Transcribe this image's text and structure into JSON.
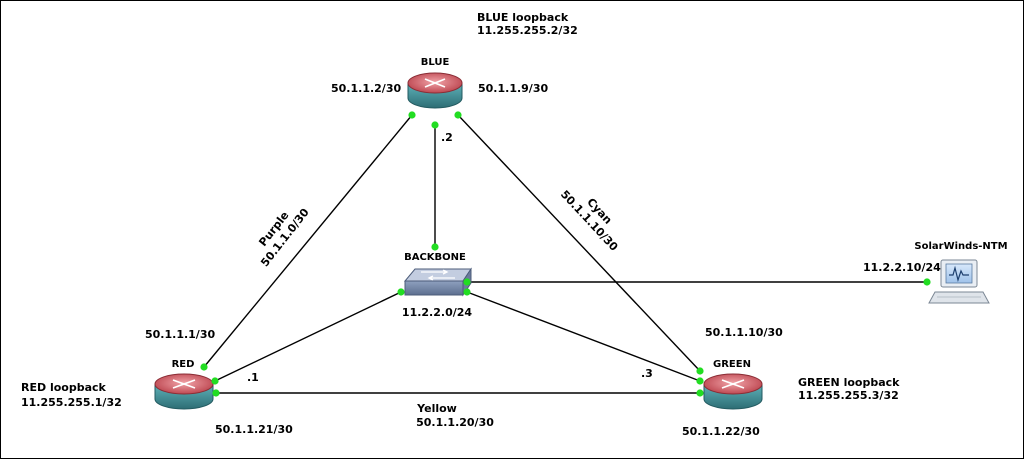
{
  "devices": {
    "blue": {
      "name": "BLUE"
    },
    "red": {
      "name": "RED"
    },
    "green": {
      "name": "GREEN"
    },
    "backbone": {
      "name": "BACKBONE",
      "subnet": "11.2.2.0/24"
    },
    "solarwinds": {
      "name": "SolarWinds-NTM",
      "address": "11.2.2.10/24"
    }
  },
  "loopbacks": {
    "blue": {
      "title": "BLUE loopback",
      "address": "11.255.255.2/32"
    },
    "red": {
      "title": "RED loopback",
      "address": "11.255.255.1/32"
    },
    "green": {
      "title": "GREEN loopback",
      "address": "11.255.255.3/32"
    }
  },
  "links": {
    "purple": {
      "name": "Purple",
      "subnet": "50.1.1.0/30",
      "red_end": "50.1.1.1/30",
      "blue_end": "50.1.1.2/30"
    },
    "cyan": {
      "name": "Cyan",
      "subnet": "50.1.1.10/30",
      "blue_end": "50.1.1.9/30",
      "green_end": "50.1.1.10/30"
    },
    "yellow": {
      "name": "Yellow",
      "subnet": "50.1.1.20/30",
      "red_end": "50.1.1.21/30",
      "green_end": "50.1.1.22/30"
    },
    "backbone": {
      "blue_host": ".2",
      "red_host": ".1",
      "green_host": ".3"
    }
  },
  "colors": {
    "link": "#000000",
    "port": "#22dd22",
    "router_top": "#c9535c",
    "router_body": "#3e8f97",
    "switch_face": "#7f92b2",
    "switch_top": "#b7c2d8"
  },
  "icons": {
    "router": "router-icon",
    "switch": "switch-icon",
    "monitor": "monitor-icon"
  }
}
